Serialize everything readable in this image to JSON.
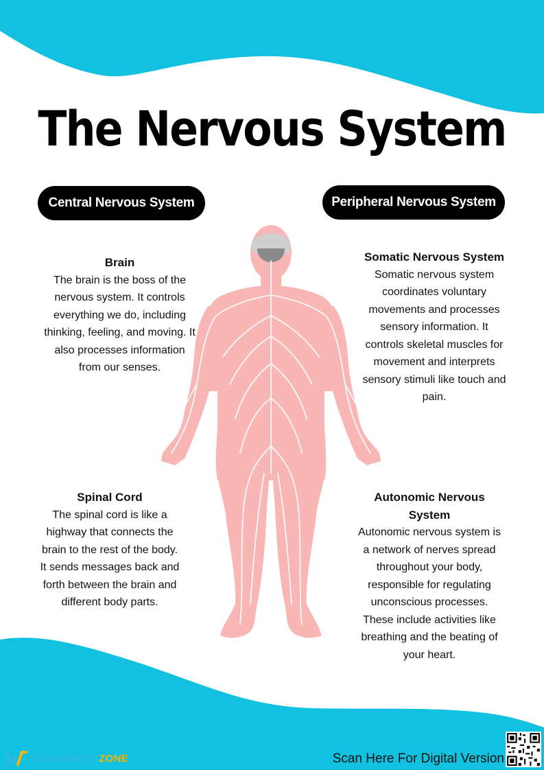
{
  "title": "The Nervous System",
  "central": {
    "label": "Central Nervous System",
    "brain": {
      "heading": "Brain",
      "text": "The brain is the boss of the nervous system. It controls everything we do, including thinking, feeling, and moving. It also processes information from our senses."
    },
    "spinal_cord": {
      "heading": "Spinal Cord",
      "text": "The spinal cord is like a highway that connects the brain to the rest of the body. It sends messages back and forth between the brain and different body parts."
    }
  },
  "peripheral": {
    "label": "Peripheral Nervous System",
    "somatic": {
      "heading": "Somatic Nervous System",
      "text": "Somatic nervous system coordinates voluntary movements and processes sensory information. It controls skeletal muscles for movement and interprets sensory stimuli like touch and pain."
    },
    "autonomic": {
      "heading": "Autonomic Nervous System",
      "text": "Autonomic nervous system is a network of nerves spread throughout your body, responsible for regulating unconscious processes. These include activities like breathing and the beating of your heart."
    }
  },
  "footer": {
    "logo_part1": "WORKSHEET",
    "logo_part2": "ZONE",
    "scan_text": "Scan Here For Digital Version"
  },
  "colors": {
    "wave": "#12c0e0",
    "body": "#f8b7b4",
    "nerves": "#ffffff",
    "brain": "#bdbdbd",
    "pill": "#000000"
  }
}
